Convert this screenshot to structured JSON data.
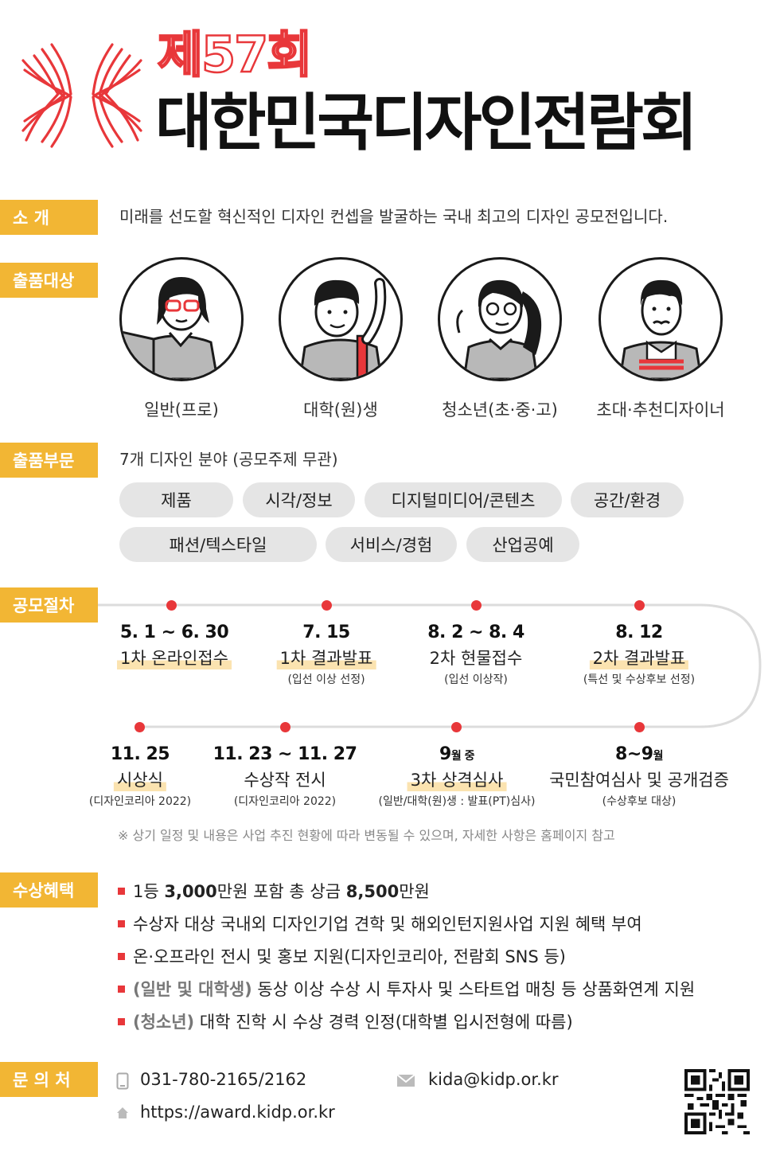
{
  "title": {
    "edition": "제57회",
    "main": "대한민국디자인전람회"
  },
  "sections": {
    "intro": "소   개",
    "target": "출품대상",
    "category": "출품부문",
    "process": "공모절차",
    "awards": "수상혜택",
    "contact": "문 의 처"
  },
  "intro_text": "미래를 선도할 혁신적인 디자인 컨셉을 발굴하는 국내 최고의 디자인 공모전입니다.",
  "targets": [
    "일반(프로)",
    "대학(원)생",
    "청소년(초·중·고)",
    "초대·추천디자이너"
  ],
  "category_desc": "7개 디자인 분야 (공모주제 무관)",
  "categories": [
    "제품",
    "시각/정보",
    "디지털미디어/콘텐츠",
    "공간/환경",
    "패션/텍스타일",
    "서비스/경험",
    "산업공예"
  ],
  "steps": [
    {
      "date": "5. 1 ~ 6. 30",
      "name": "1차 온라인접수",
      "sub": ""
    },
    {
      "date": "7. 15",
      "name": "1차 결과발표",
      "sub": "(입선 이상 선정)"
    },
    {
      "date": "8. 2 ~ 8. 4",
      "name": "2차 현물접수",
      "sub": "(입선 이상작)"
    },
    {
      "date": "8. 12",
      "name": "2차 결과발표",
      "sub": "(특선 및 수상후보 선정)"
    },
    {
      "date": "11. 25",
      "name": "시상식",
      "sub": "(디자인코리아 2022)"
    },
    {
      "date": "11. 23 ~ 11. 27",
      "name": "수상작 전시",
      "sub": "(디자인코리아 2022)"
    },
    {
      "date": "9",
      "date_suffix": "월 중",
      "name": "3차 상격심사",
      "sub": "(일반/대학(원)생 : 발표(PT)심사)"
    },
    {
      "date": "8~9",
      "date_suffix": "월",
      "name": "국민참여심사 및 공개검증",
      "sub": "(수상후보 대상)"
    }
  ],
  "process_note": "※ 상기 일정 및 내용은 사업 추진 현황에 따라 변동될 수 있으며, 자세한 사항은 홈페이지 참고",
  "benefits": [
    {
      "pre": "1등 ",
      "b1": "3,000",
      "mid": "만원 포함 총 상금 ",
      "b2": "8,500",
      "post": "만원"
    },
    {
      "text": "수상자 대상 국내외 디자인기업 견학 및 해외인턴지원사업 지원 혜택 부여"
    },
    {
      "text": "온·오프라인 전시 및 홍보 지원(디자인코리아, 전람회 SNS 등)"
    },
    {
      "tag": "(일반  및  대학생)",
      "text": " 동상 이상 수상 시 투자사 및 스타트업 매칭 등 상품화연계 지원"
    },
    {
      "tag": "(청소년)",
      "text": " 대학 진학 시 수상 경력 인정(대학별 입시전형에 따름)"
    }
  ],
  "contact": {
    "phone": "031-780-2165/2162",
    "email": "kida@kidp.or.kr",
    "url": "https://award.kidp.or.kr"
  },
  "colors": {
    "accent": "#e8373a",
    "label": "#f2b634",
    "highlight": "#fbe3b0"
  }
}
